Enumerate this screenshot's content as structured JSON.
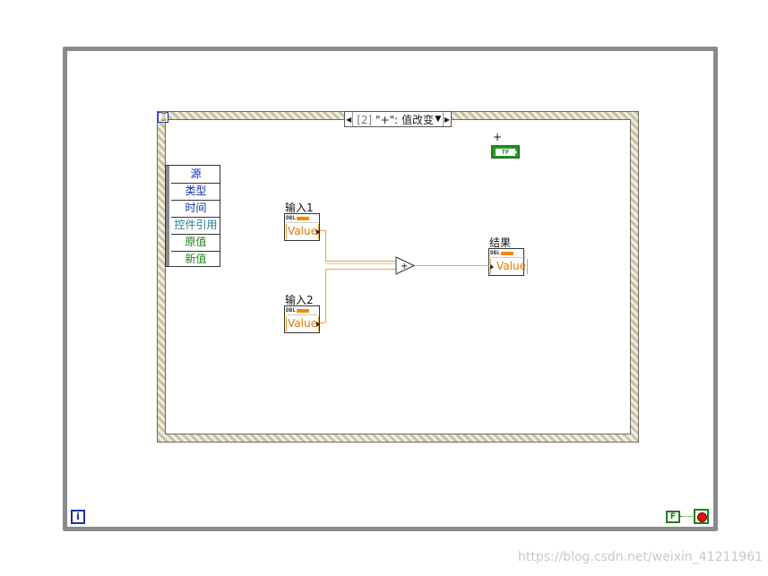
{
  "event_structure": {
    "case_index": "[2]",
    "case_label": "\"+\": 值改变",
    "timeout_icon": "hourglass-icon",
    "event_data_fields": [
      {
        "label": "源",
        "color": "#1a2fa8"
      },
      {
        "label": "类型",
        "color": "#1a2fa8"
      },
      {
        "label": "时间",
        "color": "#1a2fa8"
      },
      {
        "label": "控件引用",
        "color": "#1a7f8a"
      },
      {
        "label": "原值",
        "color": "#1c7f1c"
      },
      {
        "label": "新值",
        "color": "#1c7f1c"
      }
    ]
  },
  "controls": {
    "input1": {
      "label": "输入1",
      "value": "Value"
    },
    "input2": {
      "label": "输入2",
      "value": "Value"
    },
    "result": {
      "label": "结果",
      "value": "Value"
    },
    "plus_button": {
      "label": "+",
      "value": "TF"
    }
  },
  "add_node": {
    "symbol": "+"
  },
  "while_loop": {
    "iteration_terminal": "i",
    "stop_constant": "F"
  },
  "colors": {
    "numeric_wire": "#f0a040",
    "boolean": "#1c7f1c",
    "loop_border": "#8a8a8a",
    "integer_blue": "#1a2fa8"
  },
  "watermark": "https://blog.csdn.net/weixin_41211961"
}
